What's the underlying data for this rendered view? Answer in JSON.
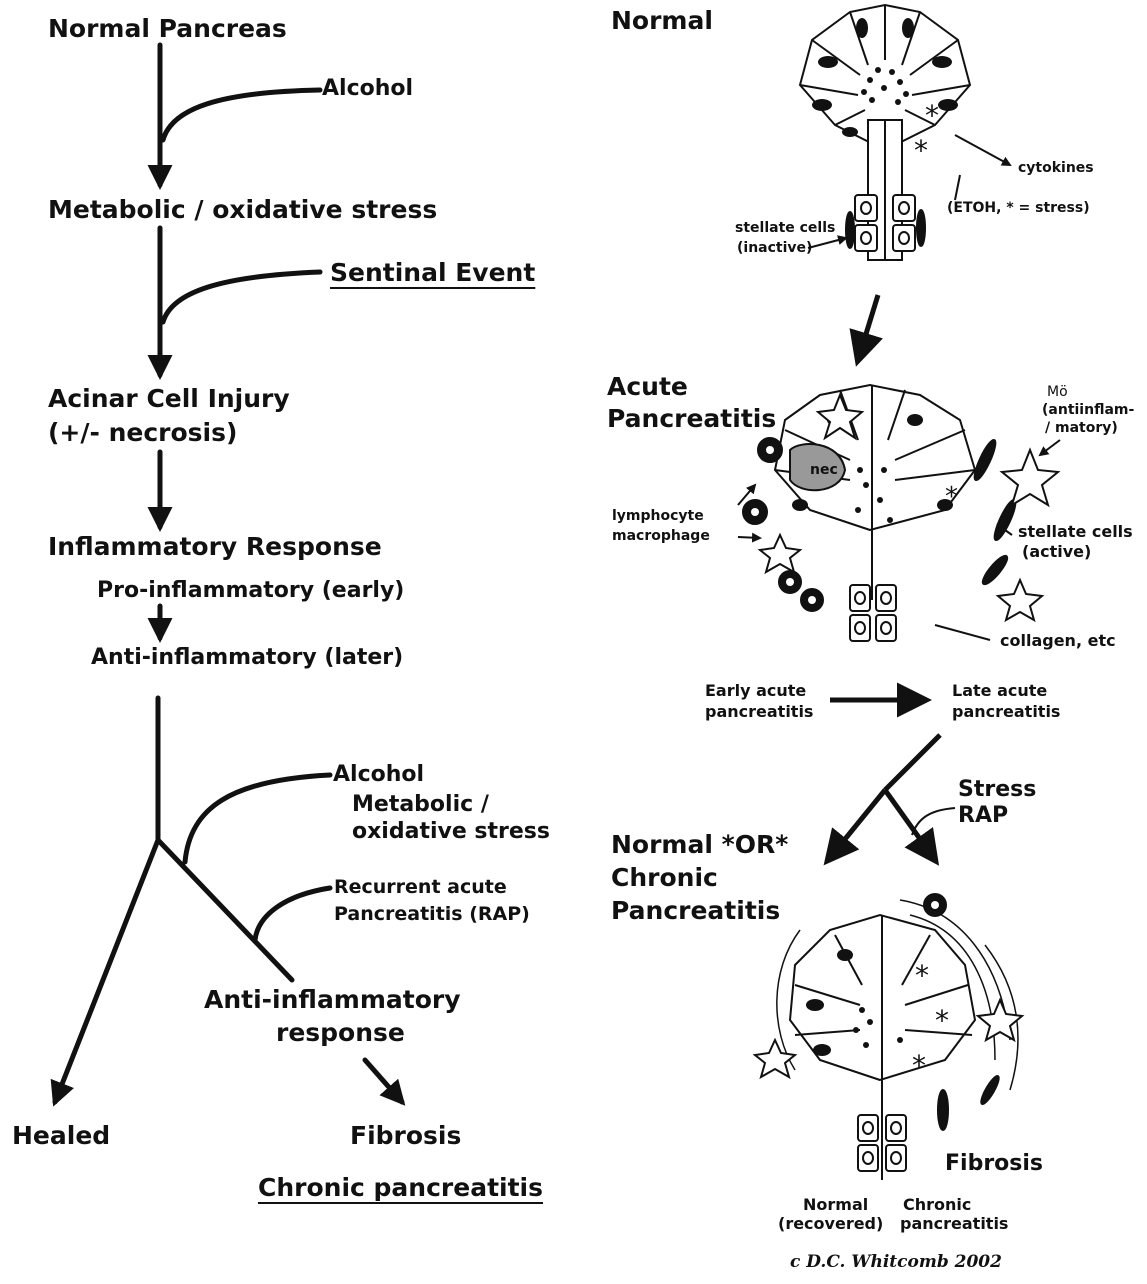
{
  "flow": {
    "normal_pancreas": "Normal Pancreas",
    "alcohol_1": "Alcohol",
    "metabolic_stress": "Metabolic / oxidative stress",
    "sentinel_event": "Sentinal Event",
    "acinar_injury_1": "Acinar Cell Injury",
    "acinar_injury_2": "(+/- necrosis)",
    "inflammatory_response": "Inflammatory Response",
    "pro_inflammatory": "Pro-inflammatory (early)",
    "anti_inflammatory_later": "Anti-inflammatory (later)",
    "alcohol_2": "Alcohol",
    "metabolic_2a": "Metabolic /",
    "metabolic_2b": "oxidative stress",
    "rap_1": "Recurrent acute",
    "rap_2": "Pancreatitis (RAP)",
    "anti_response_1": "Anti-inflammatory",
    "anti_response_2": "response",
    "healed": "Healed",
    "fibrosis": "Fibrosis",
    "chronic_pancreatitis": "Chronic pancreatitis"
  },
  "panel": {
    "normal_title": "Normal",
    "cytokines": "cytokines",
    "etoh_stress": "(ETOH, * = stress)",
    "stellate_inactive_1": "stellate cells",
    "stellate_inactive_2": "(inactive)",
    "acute_title_1": "Acute",
    "acute_title_2": "Pancreatitis",
    "macrophage_1": "Mö",
    "macrophage_2": "(antiinflam-",
    "macrophage_3": "/ matory)",
    "lymphocyte": "lymphocyte",
    "macrophage": "macrophage",
    "stellate_active_1": "stellate cells",
    "stellate_active_2": "(active)",
    "nec": "nec",
    "collagen": "collagen, etc",
    "early_acute_1": "Early acute",
    "early_acute_2": "pancreatitis",
    "late_acute_1": "Late acute",
    "late_acute_2": "pancreatitis",
    "stress": "Stress",
    "rap": "RAP",
    "outcome_1": "Normal *OR*",
    "outcome_2": "Chronic",
    "outcome_3": "Pancreatitis",
    "fibrosis": "Fibrosis",
    "normal_recovered_1": "Normal",
    "normal_recovered_2": "(recovered)",
    "chronic_1": "Chronic",
    "chronic_2": "pancreatitis",
    "copyright": "c D.C. Whitcomb 2002"
  }
}
